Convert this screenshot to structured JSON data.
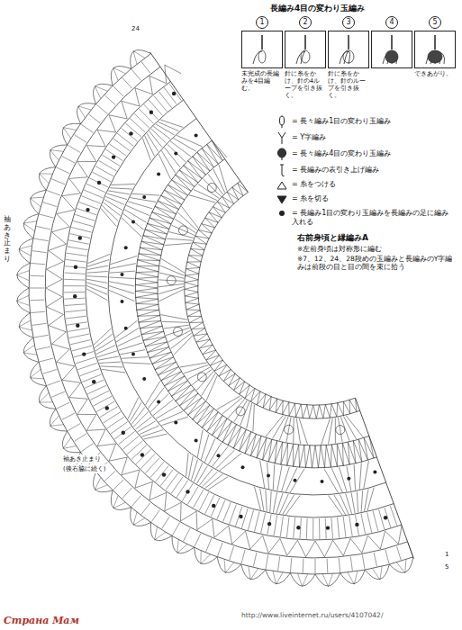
{
  "diagram": {
    "title": "長編み4目の変わり玉編み",
    "nodes": [
      {
        "text": [
          "1",
          "未完成の長編みを4目編む。"
        ]
      },
      {
        "text": [
          "2",
          "針に糸をかけ、針の4ループを引き抜く。"
        ]
      },
      {
        "text": [
          "3",
          "針に糸をかけ、針のループを引き抜く。"
        ]
      },
      {
        "text": [
          "4"
        ]
      },
      {
        "text": [
          "5",
          "できあがり。"
        ]
      }
    ],
    "labels": [
      "右前身頃と縁編みA",
      "※左前身頃は対称形に編む",
      "※7、12、24、28段めの玉編みと長編みのY字編みは前段の目と目の間を束に拾う",
      "袖あき止まり",
      "袖あき止まり",
      "(後右脇に続く)",
      "24",
      "1",
      "5",
      "http://www.liveinternet.ru/users/4107042/",
      "Страна Мам"
    ],
    "legend": [
      {
        "text": "= 長々編み1目の変わり玉編み"
      },
      {
        "text": "= Y字編み"
      },
      {
        "text": "= 長々編み4目の変わり玉編み"
      },
      {
        "text": "= 長編みの表引き上げ編み"
      },
      {
        "text": "= 糸をつける"
      },
      {
        "text": "= 糸を切る"
      },
      {
        "text": "= 長編み1目の変わり玉編みを長編みの足に編み入れる"
      }
    ]
  }
}
